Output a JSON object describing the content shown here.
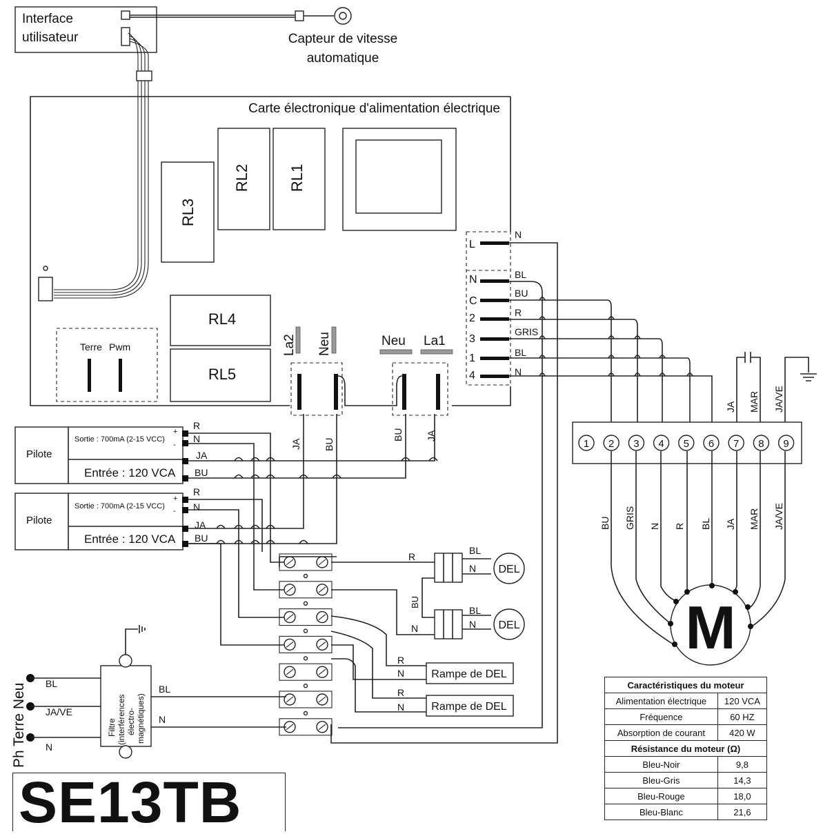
{
  "labels": {
    "ui": [
      "Interface",
      "utilisateur"
    ],
    "sensor": [
      "Capteur de vitesse",
      "automatique"
    ],
    "board": "Carte électronique d'alimentation électrique",
    "relays": [
      "RL3",
      "RL2",
      "RL1",
      "RL4",
      "RL5"
    ],
    "terre": "Terre",
    "pwm": "Pwm",
    "la2": "La2",
    "neu": "Neu",
    "la1": "La1",
    "connector_pins": [
      "L",
      "N",
      "C",
      "2",
      "3",
      "1",
      "4"
    ],
    "connector_wires": [
      "N",
      "BL",
      "BU",
      "R",
      "GRIS",
      "BL",
      "N"
    ],
    "pilot": "Pilote",
    "pilot_out": "Sortie : 700mA (2-15 VCC)",
    "pilot_in": "Entrée : 120 VCA",
    "plus": "+",
    "minus": "-",
    "pilot_wires": [
      "R",
      "N",
      "JA",
      "BU"
    ],
    "board_out_wires": [
      "JA",
      "BU",
      "BU",
      "JA"
    ],
    "terminals": [
      "1",
      "2",
      "3",
      "4",
      "5",
      "6",
      "7",
      "8",
      "9"
    ],
    "terminal_top_wires": [
      "JA",
      "MAR",
      "JA/VE"
    ],
    "motor_wires": [
      "BU",
      "GRIS",
      "N",
      "R",
      "BL",
      "JA",
      "MAR",
      "JA/VE"
    ],
    "motor": "M",
    "del": "DEL",
    "del_wires": [
      "BL",
      "N",
      "R",
      "BU",
      "N"
    ],
    "rampe": "Rampe de DEL",
    "rampe_wires": [
      "R",
      "N"
    ],
    "supply": "Ph Terre Neu",
    "supply_wires": [
      "BL",
      "JA/VE",
      "N"
    ],
    "filter": [
      "Filtre",
      "(interférences",
      "électro-",
      "magnétiques)"
    ],
    "filter_out": [
      "BL",
      "N"
    ]
  },
  "motor_table": {
    "title": "Caractéristiques du moteur",
    "rows": [
      [
        "Alimentation électrique",
        "120 VCA"
      ],
      [
        "Fréquence",
        "60 HZ"
      ],
      [
        "Absorption de courant",
        "420 W"
      ]
    ],
    "res_title": "Résistance du moteur (Ω)",
    "res_rows": [
      [
        "Bleu-Noir",
        "9,8"
      ],
      [
        "Bleu-Gris",
        "14,3"
      ],
      [
        "Bleu-Rouge",
        "18,0"
      ],
      [
        "Bleu-Blanc",
        "21,6"
      ]
    ]
  },
  "model": "SE13TB"
}
